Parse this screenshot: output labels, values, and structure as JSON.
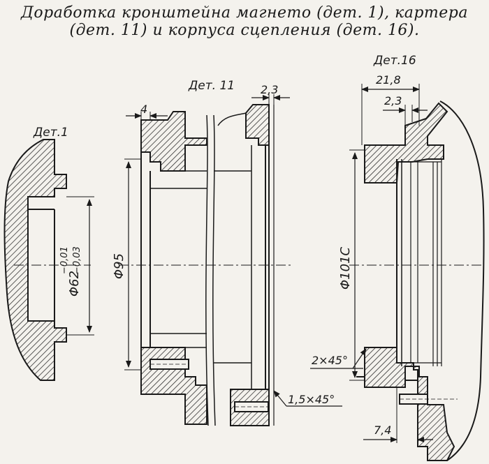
{
  "title": {
    "line1": "Доработка кронштейна магнето (дет. 1), картера",
    "line2": "(дет. 11) и корпуса сцепления (дет. 16)."
  },
  "part1": {
    "label": "Дет.1",
    "diameter": "Φ62",
    "tol_upper": "−0,01",
    "tol_lower": "−0,03"
  },
  "part11": {
    "label": "Дет. 11",
    "dim_width": "4",
    "dim_gap": "2,3",
    "diameter": "Φ95",
    "chamfer": "1,5×45°"
  },
  "part16": {
    "label": "Дет.16",
    "dim_depth": "21,8",
    "dim_gap": "2,3",
    "diameter": "Φ101С",
    "chamfer": "2×45°",
    "dim_bottom": "7,4"
  },
  "colors": {
    "ink": "#1a1a1a",
    "paper": "#f4f2ed"
  }
}
